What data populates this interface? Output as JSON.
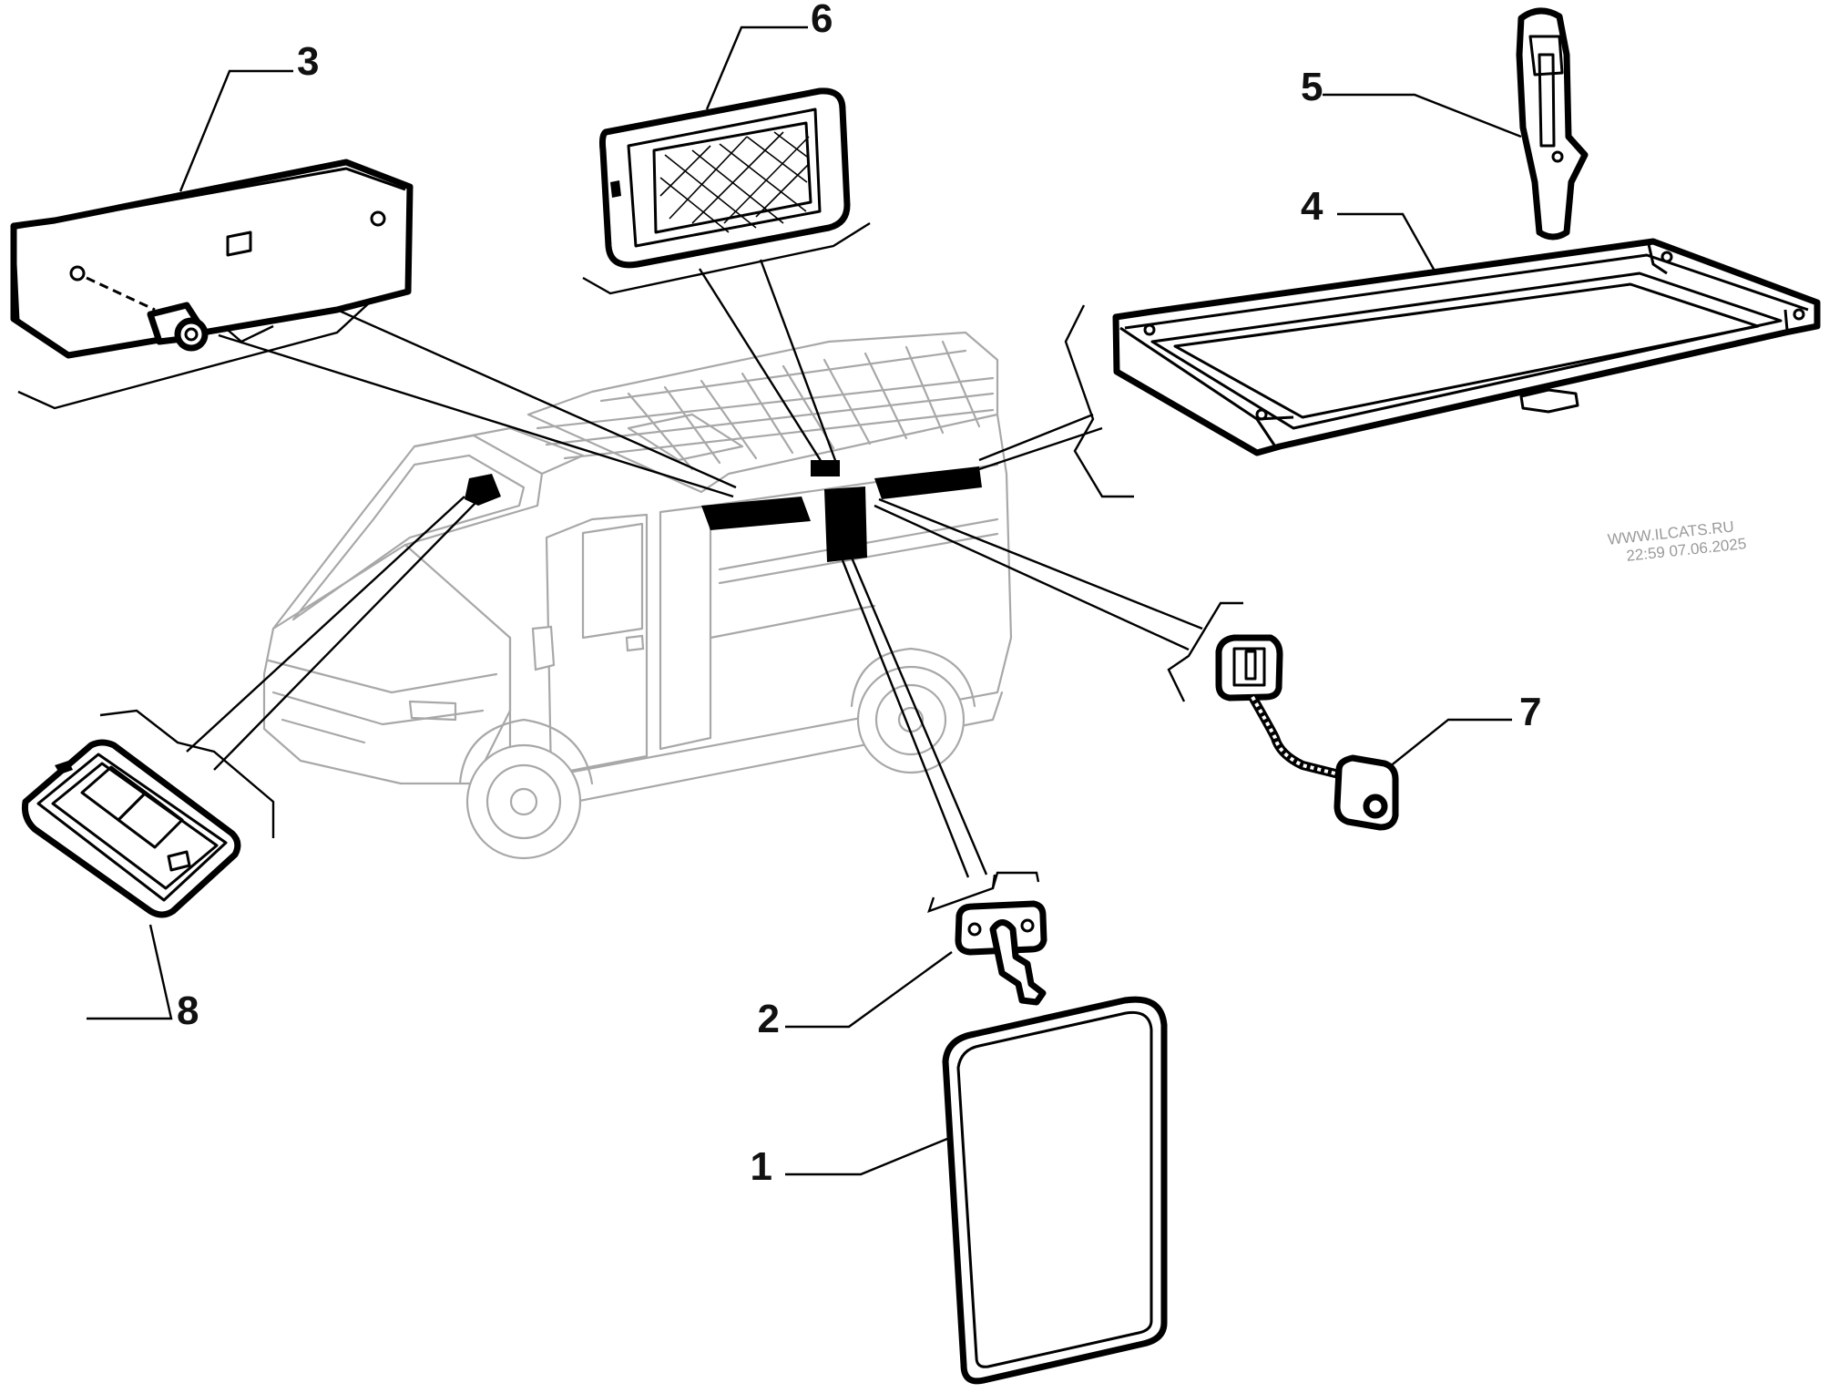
{
  "callouts": {
    "c1": "1",
    "c2": "2",
    "c3": "3",
    "c4": "4",
    "c5": "5",
    "c6": "6",
    "c7": "7",
    "c8": "8"
  },
  "watermark": {
    "site": "WWW.ILCATS.RU",
    "timestamp": "22:59 07.06.2025"
  }
}
